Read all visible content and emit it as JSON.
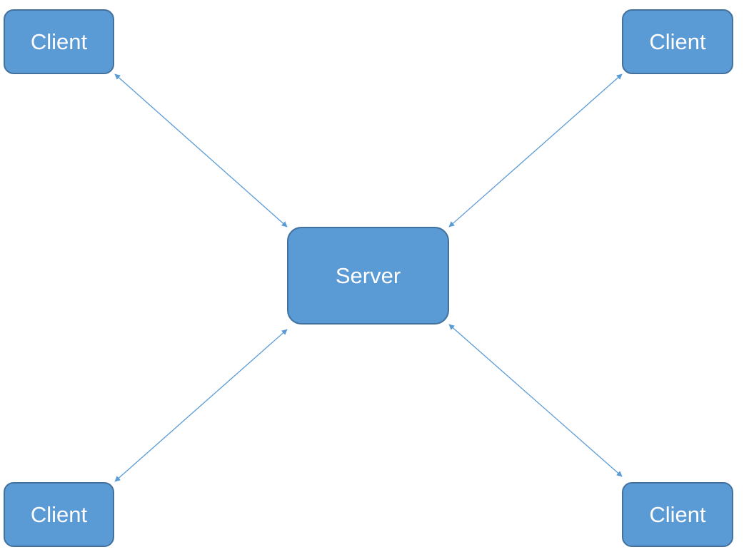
{
  "diagram": {
    "server": {
      "label": "Server"
    },
    "clients": [
      {
        "label": "Client"
      },
      {
        "label": "Client"
      },
      {
        "label": "Client"
      },
      {
        "label": "Client"
      }
    ],
    "colors": {
      "node_fill": "#5b9bd5",
      "node_border": "#41719c",
      "node_text": "#ffffff",
      "connector": "#5b9bd5"
    }
  }
}
